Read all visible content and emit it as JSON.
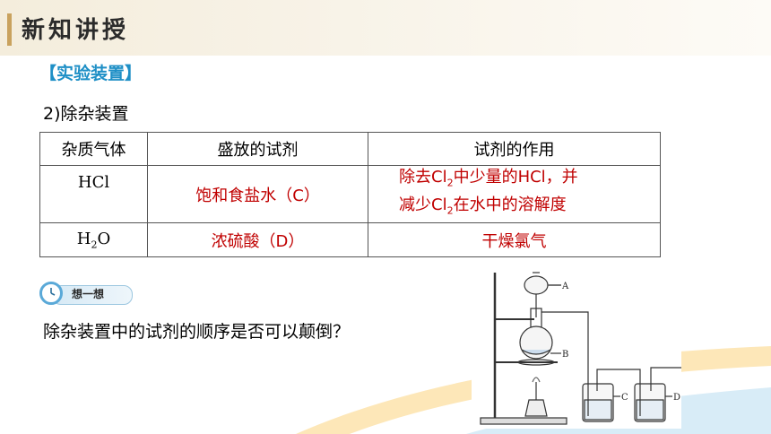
{
  "header": {
    "title": "新知讲授"
  },
  "section_label": "【实验装置】",
  "subtitle": "2)除杂装置",
  "table": {
    "headers": [
      "杂质气体",
      "盛放的试剂",
      "试剂的作用"
    ],
    "rows": [
      {
        "impurity": "HCl",
        "reagent": "饱和食盐水（C）",
        "purpose_line1_a": "除去Cl",
        "purpose_line1_sub": "2",
        "purpose_line1_b": "中少量的HCl，并",
        "purpose_line2_a": "减少Cl",
        "purpose_line2_sub": "2",
        "purpose_line2_b": "在水中的溶解度"
      },
      {
        "impurity_a": "H",
        "impurity_sub": "2",
        "impurity_b": "O",
        "reagent": "浓硫酸（D）",
        "purpose": "干燥氯气"
      }
    ]
  },
  "think": {
    "label": "想一想"
  },
  "question": "除杂装置中的试剂的顺序是否可以颠倒？",
  "apparatus": {
    "labels": [
      "A",
      "B",
      "C",
      "D"
    ]
  },
  "colors": {
    "accent": "#c9a25e",
    "section": "#1e8fc6",
    "highlight": "#c00000"
  }
}
